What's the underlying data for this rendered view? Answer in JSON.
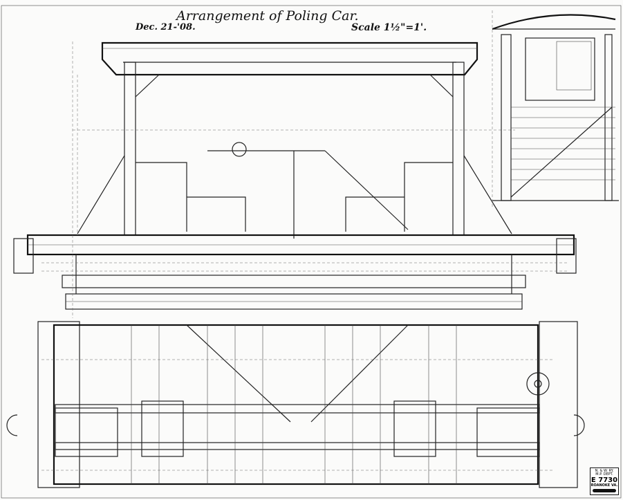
{
  "drawing": {
    "title": "Arrangement of Poling Car.",
    "date": "Dec. 21-'08.",
    "scale": "Scale 1½\"=1'."
  },
  "stamp": {
    "railway": "N. & W. RY.",
    "department": "M.P. DEPT.",
    "drawing_number": "E 7730",
    "location": "ROANOKE VA."
  }
}
